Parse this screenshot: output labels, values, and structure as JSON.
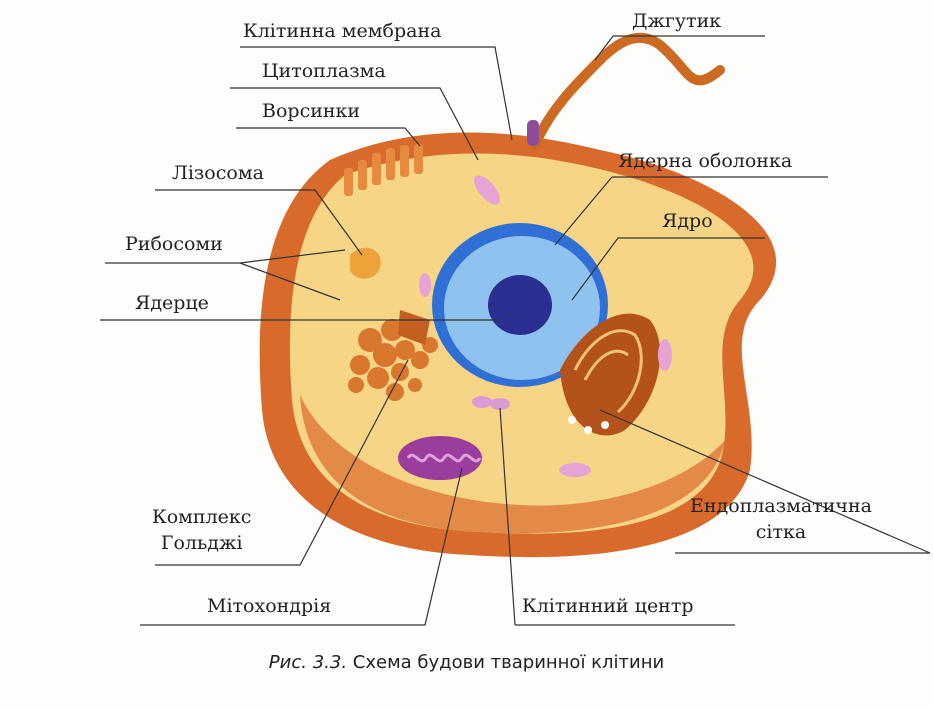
{
  "labels": {
    "cell_membrane": "Клітинна мембрана",
    "flagellum": "Джгутик",
    "cytoplasm": "Цитоплазма",
    "microvilli": "Ворсинки",
    "nuclear_envelope": "Ядерна оболонка",
    "lysosome": "Лізосома",
    "nucleus": "Ядро",
    "ribosomes": "Рибосоми",
    "nucleolus": "Ядерце",
    "golgi_line1": "Комплекс",
    "golgi_line2": "Гольджі",
    "er_line1": "Ендоплазматична",
    "er_line2": "сітка",
    "mitochondrion": "Мітохондрія",
    "cell_center": "Клітинний центр"
  },
  "caption": {
    "prefix": "Рис. 3.3.",
    "text": "Схема будови тваринної клітини"
  }
}
